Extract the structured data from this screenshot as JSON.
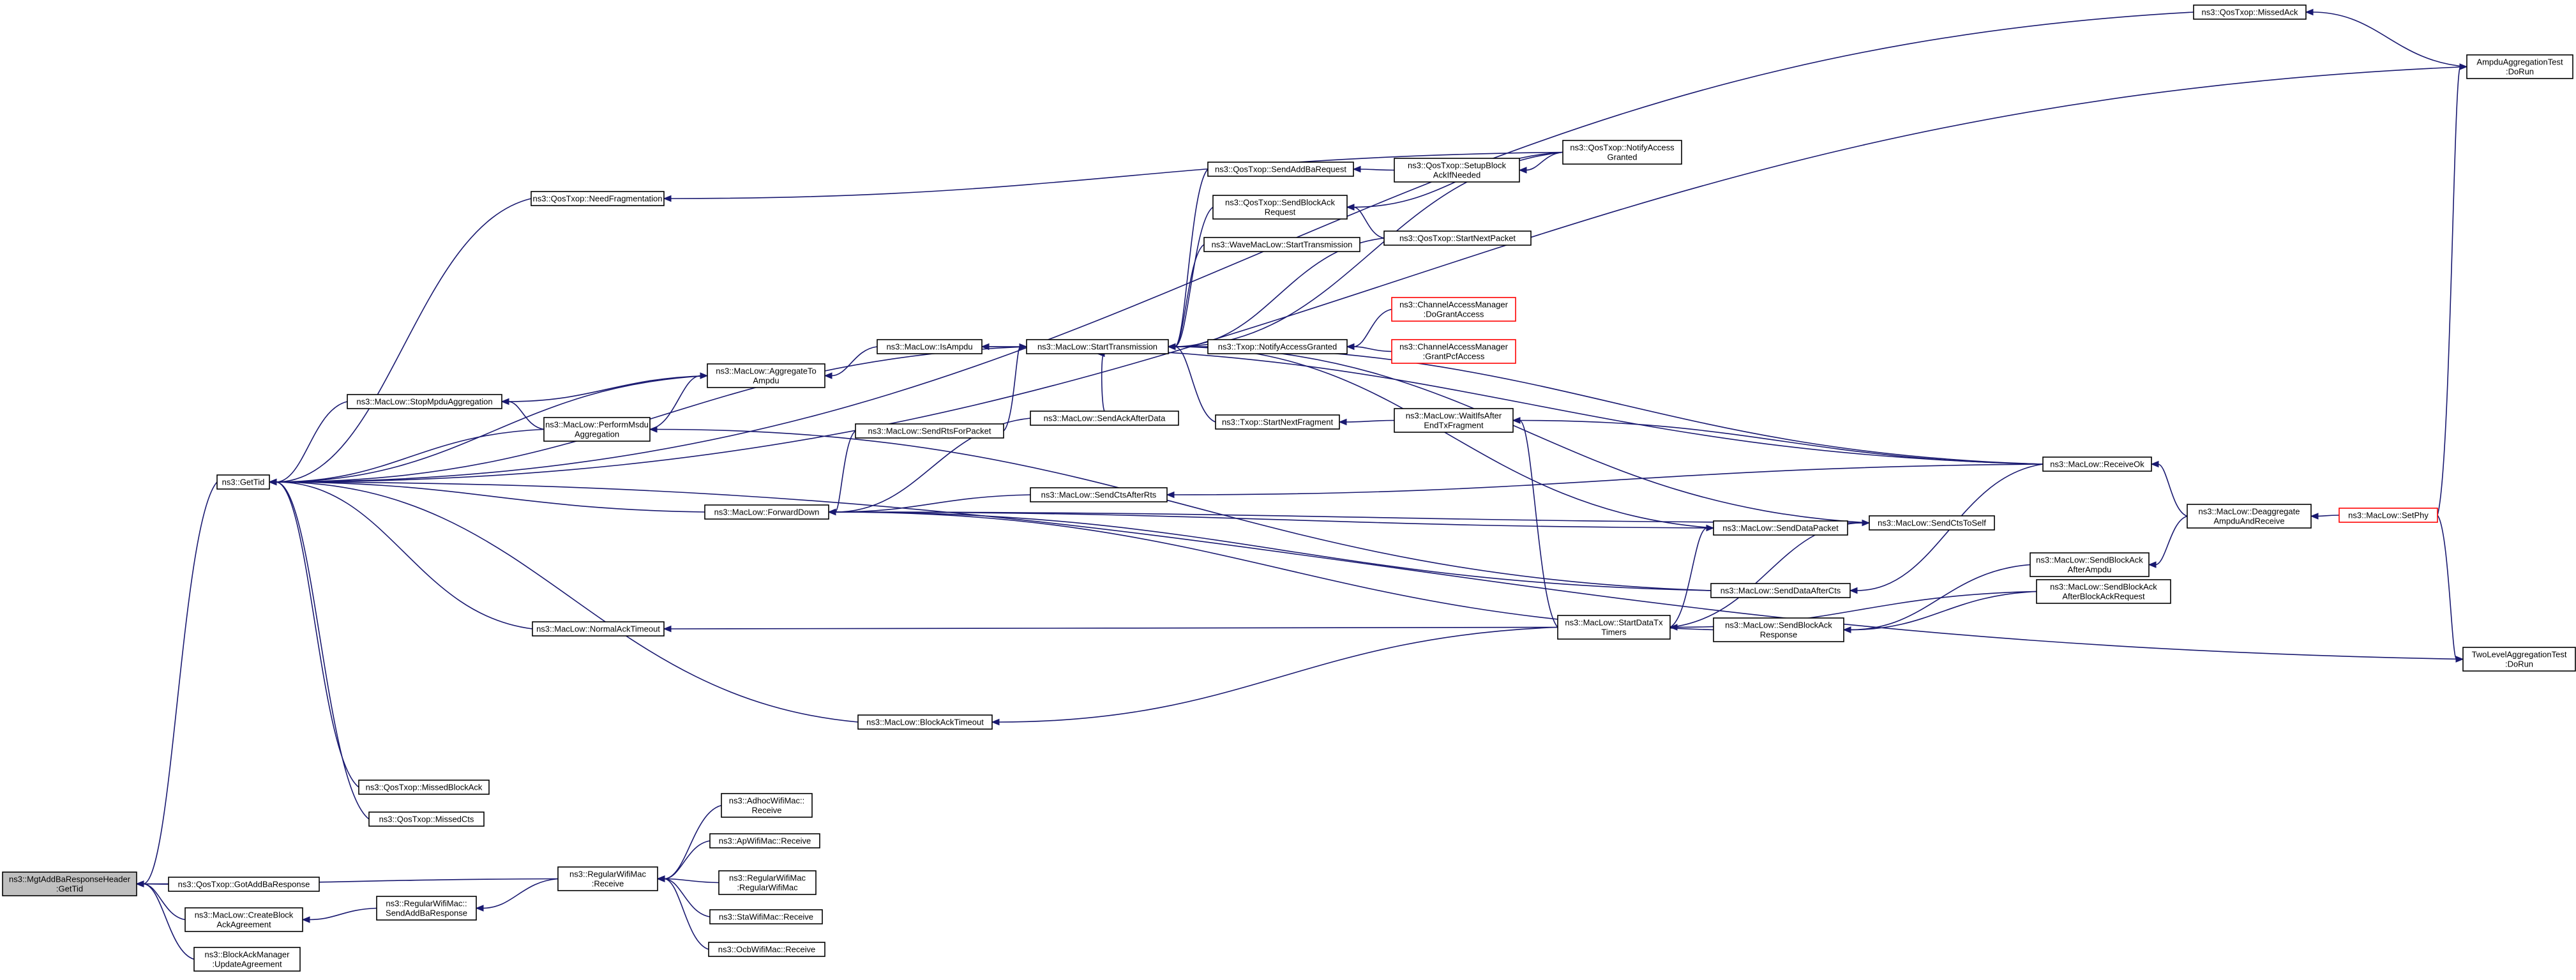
{
  "graph": {
    "colors": {
      "edge": "#191970",
      "root_fill": "#bfbfbf",
      "node_border": "#000000",
      "truncated_border": "#ff0000"
    },
    "nodes": [
      {
        "id": "root",
        "lines": [
          "ns3::MgtAddBaResponseHeader",
          ":GetTid"
        ],
        "root": true
      },
      {
        "id": "gettid",
        "lines": [
          "ns3::GetTid"
        ]
      },
      {
        "id": "gotaddba",
        "lines": [
          "ns3::QosTxop::GotAddBaResponse"
        ]
      },
      {
        "id": "createblock",
        "lines": [
          "ns3::MacLow::CreateBlock",
          "AckAgreement"
        ]
      },
      {
        "id": "updateagr",
        "lines": [
          "ns3::BlockAckManager",
          ":UpdateAgreement"
        ]
      },
      {
        "id": "regrecv",
        "lines": [
          "ns3::RegularWifiMac",
          ":Receive"
        ]
      },
      {
        "id": "regsendaddba",
        "lines": [
          "ns3::RegularWifiMac::",
          "SendAddBaResponse"
        ]
      },
      {
        "id": "adhocrecv",
        "lines": [
          "ns3::AdhocWifiMac::",
          "Receive"
        ]
      },
      {
        "id": "aprecv",
        "lines": [
          "ns3::ApWifiMac::Receive"
        ]
      },
      {
        "id": "regregular",
        "lines": [
          "ns3::RegularWifiMac",
          ":RegularWifiMac"
        ]
      },
      {
        "id": "starecv",
        "lines": [
          "ns3::StaWifiMac::Receive"
        ]
      },
      {
        "id": "ocbrecv",
        "lines": [
          "ns3::OcbWifiMac::Receive"
        ]
      },
      {
        "id": "missedblockack",
        "lines": [
          "ns3::QosTxop::MissedBlockAck"
        ]
      },
      {
        "id": "missedcts",
        "lines": [
          "ns3::QosTxop::MissedCts"
        ]
      },
      {
        "id": "stopmpdu",
        "lines": [
          "ns3::MacLow::StopMpduAggregation"
        ]
      },
      {
        "id": "performmsdu",
        "lines": [
          "ns3::MacLow::PerformMsdu",
          "Aggregation"
        ]
      },
      {
        "id": "aggtoampdu",
        "lines": [
          "ns3::MacLow::AggregateTo",
          "Ampdu"
        ]
      },
      {
        "id": "needfrag",
        "lines": [
          "ns3::QosTxop::NeedFragmentation"
        ]
      },
      {
        "id": "normalack",
        "lines": [
          "ns3::MacLow::NormalAckTimeout"
        ]
      },
      {
        "id": "blockacktimeout",
        "lines": [
          "ns3::MacLow::BlockAckTimeout"
        ]
      },
      {
        "id": "forwarddown",
        "lines": [
          "ns3::MacLow::ForwardDown"
        ]
      },
      {
        "id": "isampdu",
        "lines": [
          "ns3::MacLow::IsAmpdu"
        ]
      },
      {
        "id": "sendrts",
        "lines": [
          "ns3::MacLow::SendRtsForPacket"
        ]
      },
      {
        "id": "sendackafter",
        "lines": [
          "ns3::MacLow::SendAckAfterData"
        ]
      },
      {
        "id": "sendctsafterrts",
        "lines": [
          "ns3::MacLow::SendCtsAfterRts"
        ]
      },
      {
        "id": "starttx",
        "lines": [
          "ns3::MacLow::StartTransmission"
        ]
      },
      {
        "id": "sendaddbareq",
        "lines": [
          "ns3::QosTxop::SendAddBaRequest"
        ]
      },
      {
        "id": "sendblockackreq",
        "lines": [
          "ns3::QosTxop::SendBlockAck",
          "Request"
        ]
      },
      {
        "id": "wavestarttx",
        "lines": [
          "ns3::WaveMacLow::StartTransmission"
        ]
      },
      {
        "id": "txopnotify",
        "lines": [
          "ns3::Txop::NotifyAccessGranted"
        ]
      },
      {
        "id": "txopstartnextfrag",
        "lines": [
          "ns3::Txop::StartNextFragment"
        ]
      },
      {
        "id": "setupblockack",
        "lines": [
          "ns3::QosTxop::SetupBlock",
          "AckIfNeeded"
        ]
      },
      {
        "id": "qosstartnext",
        "lines": [
          "ns3::QosTxop::StartNextPacket"
        ]
      },
      {
        "id": "dogrant",
        "lines": [
          "ns3::ChannelAccessManager",
          ":DoGrantAccess"
        ],
        "truncated": true
      },
      {
        "id": "grantpcf",
        "lines": [
          "ns3::ChannelAccessManager",
          ":GrantPcfAccess"
        ],
        "truncated": true
      },
      {
        "id": "waitifafter",
        "lines": [
          "ns3::MacLow::WaitIfsAfter",
          "EndTxFragment"
        ]
      },
      {
        "id": "qosnotify",
        "lines": [
          "ns3::QosTxop::NotifyAccess",
          "Granted"
        ]
      },
      {
        "id": "startdatatx",
        "lines": [
          "ns3::MacLow::StartDataTx",
          "Timers"
        ]
      },
      {
        "id": "senddatapacket",
        "lines": [
          "ns3::MacLow::SendDataPacket"
        ]
      },
      {
        "id": "senddataaftercts",
        "lines": [
          "ns3::MacLow::SendDataAfterCts"
        ]
      },
      {
        "id": "sendblockackresp",
        "lines": [
          "ns3::MacLow::SendBlockAck",
          "Response"
        ]
      },
      {
        "id": "qosmissedack",
        "lines": [
          "ns3::QosTxop::MissedAck"
        ]
      },
      {
        "id": "sendctstoself",
        "lines": [
          "ns3::MacLow::SendCtsToSelf"
        ]
      },
      {
        "id": "receiveok",
        "lines": [
          "ns3::MacLow::ReceiveOk"
        ]
      },
      {
        "id": "sendblockackafterbar",
        "lines": [
          "ns3::MacLow::SendBlockAck",
          "AfterBlockAckRequest"
        ]
      },
      {
        "id": "sendblockackafterampdu",
        "lines": [
          "ns3::MacLow::SendBlockAck",
          "AfterAmpdu"
        ]
      },
      {
        "id": "deaggregate",
        "lines": [
          "ns3::MacLow::Deaggregate",
          "AmpduAndReceive"
        ]
      },
      {
        "id": "setphy",
        "lines": [
          "ns3::MacLow::SetPhy"
        ],
        "truncated": true
      },
      {
        "id": "ampduaggtest",
        "lines": [
          "AmpduAggregationTest",
          ":DoRun"
        ]
      },
      {
        "id": "twolevelaggtest",
        "lines": [
          "TwoLevelAggregationTest",
          ":DoRun"
        ]
      }
    ],
    "edges": [
      [
        "gettid",
        "root"
      ],
      [
        "gotaddba",
        "root"
      ],
      [
        "createblock",
        "root"
      ],
      [
        "updateagr",
        "root"
      ],
      [
        "regrecv",
        "root"
      ],
      [
        "regsendaddba",
        "createblock"
      ],
      [
        "regrecv",
        "regsendaddba"
      ],
      [
        "adhocrecv",
        "regrecv"
      ],
      [
        "aprecv",
        "regrecv"
      ],
      [
        "regregular",
        "regrecv"
      ],
      [
        "starecv",
        "regrecv"
      ],
      [
        "ocbrecv",
        "regrecv"
      ],
      [
        "missedblockack",
        "gettid"
      ],
      [
        "missedcts",
        "gettid"
      ],
      [
        "stopmpdu",
        "gettid"
      ],
      [
        "performmsdu",
        "gettid"
      ],
      [
        "aggtoampdu",
        "gettid"
      ],
      [
        "needfrag",
        "gettid"
      ],
      [
        "normalack",
        "gettid"
      ],
      [
        "blockacktimeout",
        "gettid"
      ],
      [
        "forwarddown",
        "gettid"
      ],
      [
        "starttx",
        "gettid"
      ],
      [
        "qosmissedack",
        "gettid"
      ],
      [
        "ampduaggtest",
        "gettid"
      ],
      [
        "twolevelaggtest",
        "gettid"
      ],
      [
        "qosnotify",
        "needfrag"
      ],
      [
        "aggtoampdu",
        "stopmpdu"
      ],
      [
        "performmsdu",
        "stopmpdu"
      ],
      [
        "isampdu",
        "aggtoampdu"
      ],
      [
        "performmsdu",
        "aggtoampdu"
      ],
      [
        "starttx",
        "isampdu"
      ],
      [
        "receiveok",
        "isampdu"
      ],
      [
        "sendrts",
        "forwarddown"
      ],
      [
        "sendackafter",
        "forwarddown"
      ],
      [
        "sendctsafterrts",
        "forwarddown"
      ],
      [
        "senddatapacket",
        "forwarddown"
      ],
      [
        "senddataaftercts",
        "forwarddown"
      ],
      [
        "sendctstoself",
        "forwarddown"
      ],
      [
        "sendblockackresp",
        "forwarddown"
      ],
      [
        "startdatatx",
        "normalack"
      ],
      [
        "startdatatx",
        "blockacktimeout"
      ],
      [
        "senddataaftercts",
        "performmsdu"
      ],
      [
        "sendaddbareq",
        "starttx"
      ],
      [
        "sendblockackreq",
        "starttx"
      ],
      [
        "wavestarttx",
        "starttx"
      ],
      [
        "txopnotify",
        "starttx"
      ],
      [
        "txopstartnextfrag",
        "starttx"
      ],
      [
        "qosnotify",
        "starttx"
      ],
      [
        "qosstartnext",
        "starttx"
      ],
      [
        "sendrts",
        "starttx"
      ],
      [
        "sendackafter",
        "starttx"
      ],
      [
        "setupblockack",
        "sendaddbareq"
      ],
      [
        "qosnotify",
        "setupblockack"
      ],
      [
        "qosnotify",
        "sendblockackreq"
      ],
      [
        "qosstartnext",
        "sendblockackreq"
      ],
      [
        "dogrant",
        "txopnotify"
      ],
      [
        "grantpcf",
        "txopnotify"
      ],
      [
        "waitifafter",
        "txopstartnextfrag"
      ],
      [
        "startdatatx",
        "waitifafter"
      ],
      [
        "receiveok",
        "waitifafter"
      ],
      [
        "startdatatx",
        "senddatapacket"
      ],
      [
        "startdatatx",
        "sendctstoself"
      ],
      [
        "receiveok",
        "sendctsafterrts"
      ],
      [
        "receiveok",
        "senddataaftercts"
      ],
      [
        "sendblockackafterbar",
        "sendblockackresp"
      ],
      [
        "sendblockackafterampdu",
        "sendblockackresp"
      ],
      [
        "sendblockackafterbar",
        "startdatatx"
      ],
      [
        "deaggregate",
        "receiveok"
      ],
      [
        "deaggregate",
        "sendblockackafterampdu"
      ],
      [
        "setphy",
        "deaggregate"
      ],
      [
        "setphy",
        "ampduaggtest"
      ],
      [
        "setphy",
        "twolevelaggtest"
      ],
      [
        "ampduaggtest",
        "qosmissedack"
      ],
      [
        "receiveok",
        "starttx"
      ],
      [
        "sendctstoself",
        "starttx"
      ],
      [
        "senddatapacket",
        "starttx"
      ]
    ]
  }
}
